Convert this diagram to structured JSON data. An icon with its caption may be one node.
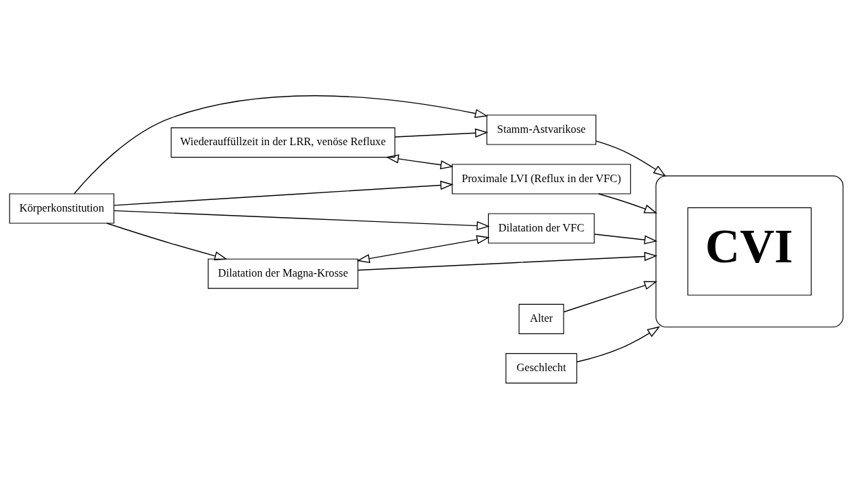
{
  "diagram": {
    "nodes": [
      {
        "text": [
          "Wiederauffüllzeit in der LRR, venöse Refluxe"
        ]
      },
      {
        "text": [
          "Stamm-Astvarikose"
        ]
      },
      {
        "text": [
          "Körperkonstitution"
        ]
      },
      {
        "text": [
          "Proximale LVI (Reflux in der VFC)"
        ]
      },
      {
        "text": [
          "Dilatation der VFC"
        ]
      },
      {
        "text": [
          "Dilatation der Magna-Krosse"
        ]
      },
      {
        "text": [
          "Alter"
        ]
      },
      {
        "text": [
          "Geschlecht"
        ]
      },
      {
        "text": [],
        "shape": "ellipse"
      },
      {
        "text": [
          "CVI"
        ],
        "in": 8
      }
    ],
    "edges": [
      {
        "from": 0,
        "to": 1,
        "arrow": "to"
      },
      {
        "from": 0,
        "to": 3,
        "arrow": "both"
      },
      {
        "from": 2,
        "to": 1,
        "arrow": "to"
      },
      {
        "from": 2,
        "to": 3,
        "arrow": "to"
      },
      {
        "from": 2,
        "to": 4,
        "arrow": "to"
      },
      {
        "from": 2,
        "to": 5,
        "arrow": "to"
      },
      {
        "from": 5,
        "to": 4,
        "arrow": "both"
      },
      {
        "from": 1,
        "to": 8,
        "arrow": "to"
      },
      {
        "from": 3,
        "to": 8,
        "arrow": "to"
      },
      {
        "from": 4,
        "to": 8,
        "arrow": "to"
      },
      {
        "from": 5,
        "to": 8,
        "arrow": "to"
      },
      {
        "from": 6,
        "to": 8,
        "arrow": "to"
      },
      {
        "from": 7,
        "to": 8,
        "arrow": "to"
      }
    ]
  }
}
